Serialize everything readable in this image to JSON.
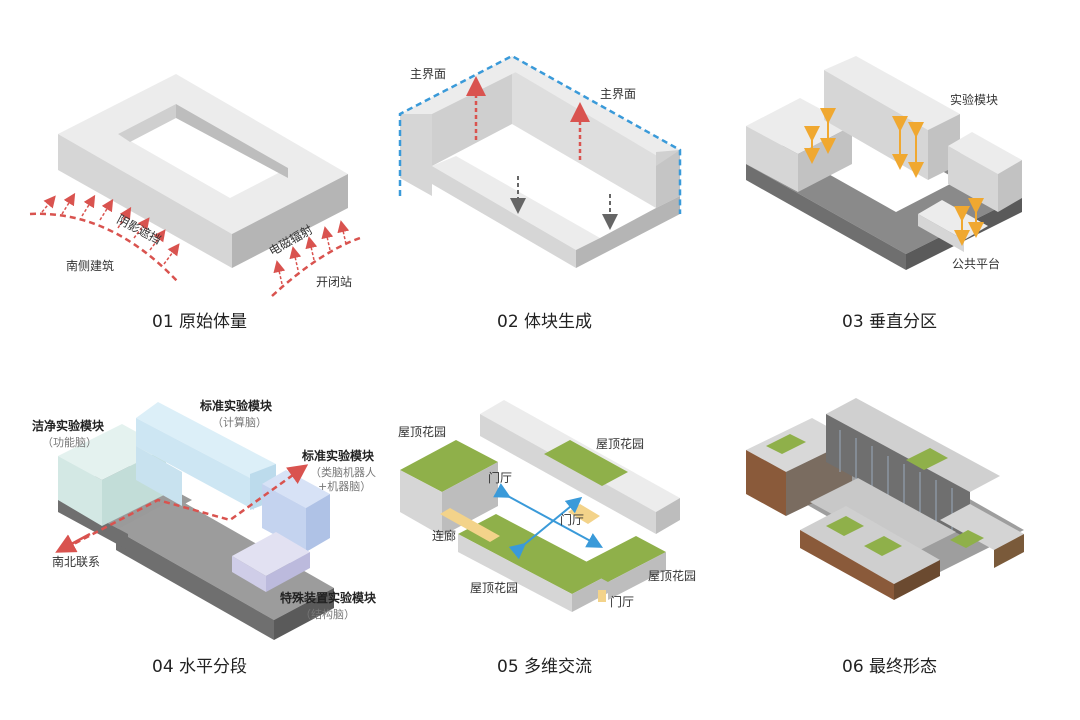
{
  "panels": [
    {
      "caption": "01 原始体量",
      "labels": {
        "shadow": "阴影遮挡",
        "south": "南侧建筑",
        "emf": "电磁辐射",
        "substation": "开闭站"
      }
    },
    {
      "caption": "02 体块生成",
      "labels": {
        "main_left": "主界面",
        "main_right": "主界面"
      }
    },
    {
      "caption": "03 垂直分区",
      "labels": {
        "lab": "实验模块",
        "platform": "公共平台"
      }
    },
    {
      "caption": "04 水平分段",
      "labels": {
        "clean": "洁净实验模块",
        "clean_sub": "（功能脑）",
        "std1": "标准实验模块",
        "std1_sub": "（计算脑）",
        "std2": "标准实验模块",
        "std2_sub1": "（类脑机器人",
        "std2_sub2": "+机器脑）",
        "special": "特殊装置实验模块",
        "special_sub": "（结构脑）",
        "link": "南北联系"
      }
    },
    {
      "caption": "05 多维交流",
      "labels": {
        "roof1": "屋顶花园",
        "roof2": "屋顶花园",
        "roof3": "屋顶花园",
        "roof4": "屋顶花园",
        "hall1": "门厅",
        "hall2": "门厅",
        "hall3": "门厅",
        "corridor": "连廊"
      }
    },
    {
      "caption": "06 最终形态",
      "labels": {}
    }
  ],
  "colors": {
    "top": "#ececec",
    "left": "#d6d6d6",
    "right": "#b5b5b5",
    "base_dark": "#6f6f6f",
    "red": "#d9534f",
    "blue": "#3a9ad9",
    "orange": "#f0a830",
    "green": "#8fb04a",
    "yellow": "#f3d38a"
  }
}
